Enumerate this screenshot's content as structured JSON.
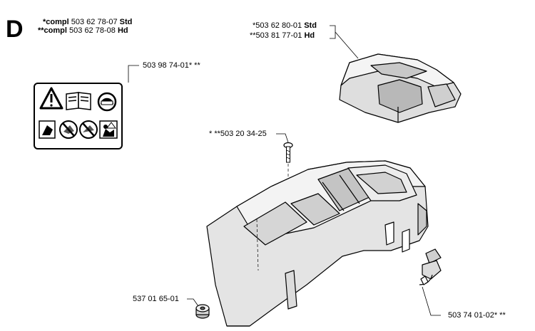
{
  "section_letter": "D",
  "header": {
    "line1_prefix": "*compl",
    "line1_number": "503 62 78-07",
    "line1_suffix": "Std",
    "line2_prefix": "**compl",
    "line2_number": "503 62 78-08",
    "line2_suffix": "Hd"
  },
  "callouts": {
    "cover_std_number": "*503 62 80-01",
    "cover_std_suffix": "Std",
    "cover_hd_number": "**503 81 77-01",
    "cover_hd_suffix": "Hd",
    "decal": "503 98 74-01* **",
    "screw": "* **503 20 34-25",
    "grommet": "537 01 65-01",
    "clip": "503 74 01-02* **"
  }
}
